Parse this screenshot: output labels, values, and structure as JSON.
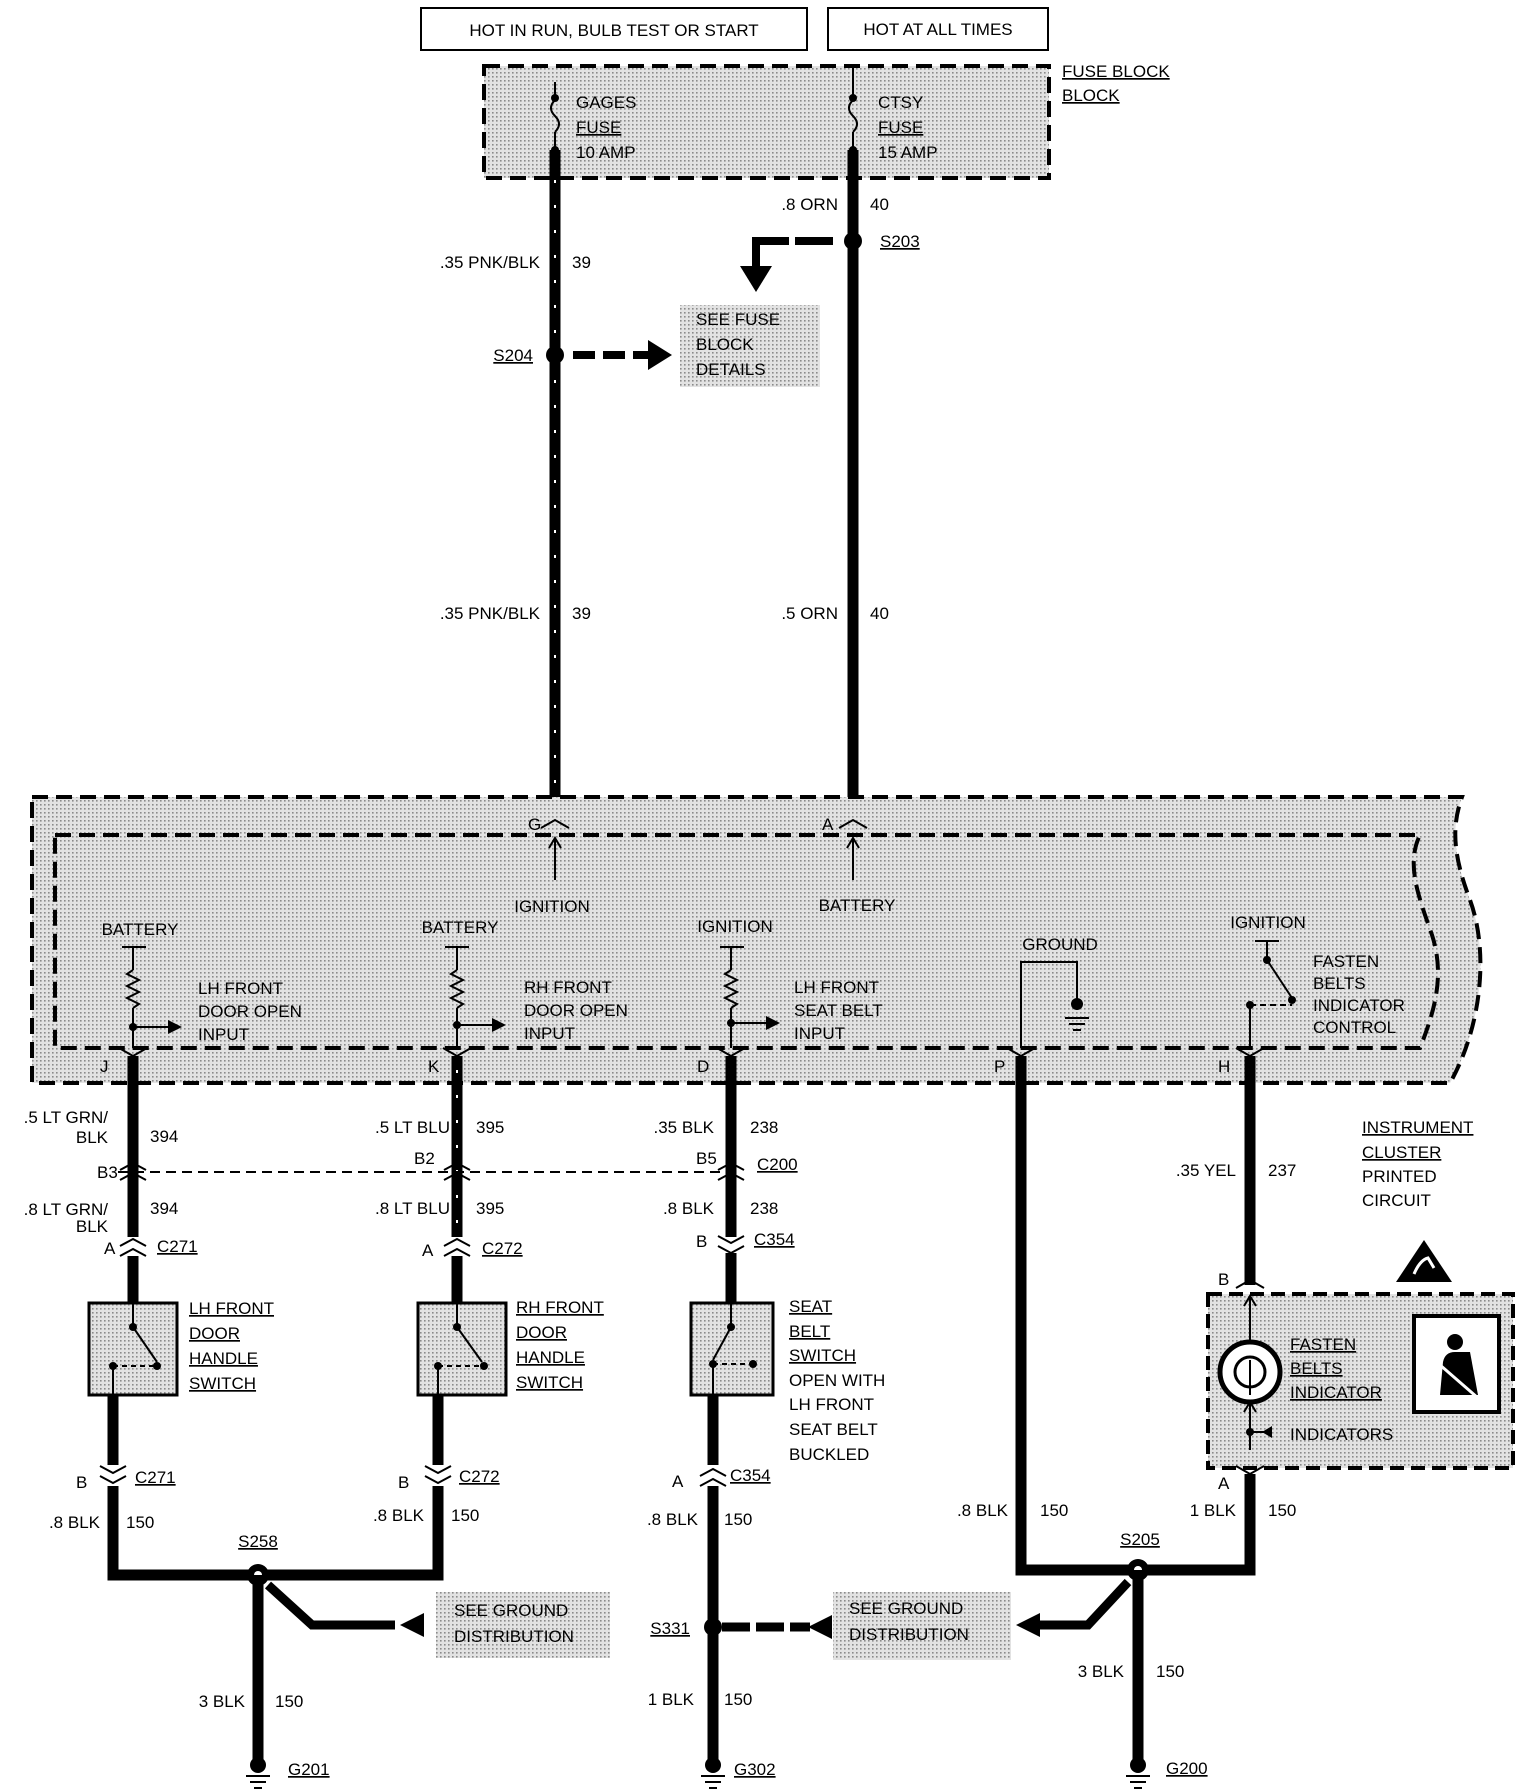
{
  "headers": {
    "hot_run": "HOT IN RUN, BULB TEST OR START",
    "hot_all": "HOT AT ALL TIMES"
  },
  "fuse_block": {
    "label": "FUSE BLOCK",
    "gages_fuse": [
      "GAGES",
      "FUSE",
      "10 AMP"
    ],
    "ctsy_fuse": [
      "CTSY",
      "FUSE",
      "15 AMP"
    ]
  },
  "wires": {
    "w39_top_gauge": ".35 PNK/BLK",
    "w39_top_circuit": "39",
    "w39_mid_gauge": ".35 PNK/BLK",
    "w39_mid_circuit": "39",
    "w40_top_gauge": ".8 ORN",
    "w40_top_circuit": "40",
    "w40_mid_gauge": ".5 ORN",
    "w40_mid_circuit": "40",
    "w394_a_gauge": [
      ".5 LT GRN/",
      "BLK"
    ],
    "w394_a_circuit": "394",
    "w394_b_gauge": [
      ".8 LT GRN/",
      "BLK"
    ],
    "w394_b_circuit": "394",
    "w395_a_gauge": ".5 LT BLU",
    "w395_a_circuit": "395",
    "w395_b_gauge": ".8 LT BLU",
    "w395_b_circuit": "395",
    "w238_a_gauge": ".35 BLK",
    "w238_a_circuit": "238",
    "w238_b_gauge": ".8 BLK",
    "w238_b_circuit": "238",
    "w237_gauge": ".35 YEL",
    "w237_circuit": "237",
    "w150_lh_gauge": ".8 BLK",
    "w150_lh_circuit": "150",
    "w150_rh_gauge": ".8 BLK",
    "w150_rh_circuit": "150",
    "w150_seat_gauge": ".8 BLK",
    "w150_seat_circuit": "150",
    "w150_p_gauge": ".8 BLK",
    "w150_p_circuit": "150",
    "w150_ind_gauge": "1 BLK",
    "w150_ind_circuit": "150",
    "w150_g201_gauge": "3 BLK",
    "w150_g201_circuit": "150",
    "w150_g302_gauge": "1 BLK",
    "w150_g302_circuit": "150",
    "w150_g200_gauge": "3 BLK",
    "w150_g200_circuit": "150"
  },
  "splices": {
    "s203": "S203",
    "s204": "S204",
    "s258": "S258",
    "s331": "S331",
    "s205": "S205"
  },
  "notes": {
    "see_fuse_block": [
      "SEE FUSE",
      "BLOCK",
      "DETAILS"
    ],
    "see_ground_1": [
      "SEE GROUND",
      "DISTRIBUTION"
    ],
    "see_ground_2": [
      "SEE GROUND",
      "DISTRIBUTION"
    ]
  },
  "cluster": {
    "pin_g": "G",
    "pin_a": "A",
    "pin_j": "J",
    "pin_k": "K",
    "pin_d": "D",
    "pin_p": "P",
    "pin_h": "H",
    "ignition_top": "IGNITION",
    "battery_top": "BATTERY",
    "battery_lh": "BATTERY",
    "battery_rh": "BATTERY",
    "ignition_seat": "IGNITION",
    "ground": "GROUND",
    "ignition_ind": "IGNITION",
    "lh_input": [
      "LH FRONT",
      "DOOR OPEN",
      "INPUT"
    ],
    "rh_input": [
      "RH FRONT",
      "DOOR OPEN",
      "INPUT"
    ],
    "seat_input": [
      "LH FRONT",
      "SEAT BELT",
      "INPUT"
    ],
    "indicator_control": [
      "FASTEN",
      "BELTS",
      "INDICATOR",
      "CONTROL"
    ],
    "printed_circuit": [
      "INSTRUMENT",
      "CLUSTER",
      "PRINTED",
      "CIRCUIT"
    ]
  },
  "connectors": {
    "b3": "B3",
    "b2": "B2",
    "b5": "B5",
    "c200": "C200",
    "c271_a_pin": "A",
    "c271_a": "C271",
    "c272_a_pin": "A",
    "c272_a": "C272",
    "c354_b_pin": "B",
    "c354_b": "C354",
    "c271_b_pin": "B",
    "c271_b": "C271",
    "c272_b_pin": "B",
    "c272_b": "C272",
    "c354_a_pin": "A",
    "c354_a": "C354",
    "ind_b_pin": "B",
    "ind_a_pin": "A"
  },
  "switches": {
    "lh_door": [
      "LH FRONT",
      "DOOR",
      "HANDLE",
      "SWITCH"
    ],
    "rh_door": [
      "RH FRONT",
      "DOOR",
      "HANDLE",
      "SWITCH"
    ],
    "seat_belt": [
      "SEAT",
      "BELT",
      "SWITCH",
      "OPEN WITH",
      "LH FRONT",
      "SEAT BELT",
      "BUCKLED"
    ]
  },
  "indicator": {
    "label": [
      "FASTEN",
      "BELTS",
      "INDICATOR"
    ],
    "indicators": "INDICATORS"
  },
  "grounds": {
    "g201": "G201",
    "g302": "G302",
    "g200": "G200"
  }
}
